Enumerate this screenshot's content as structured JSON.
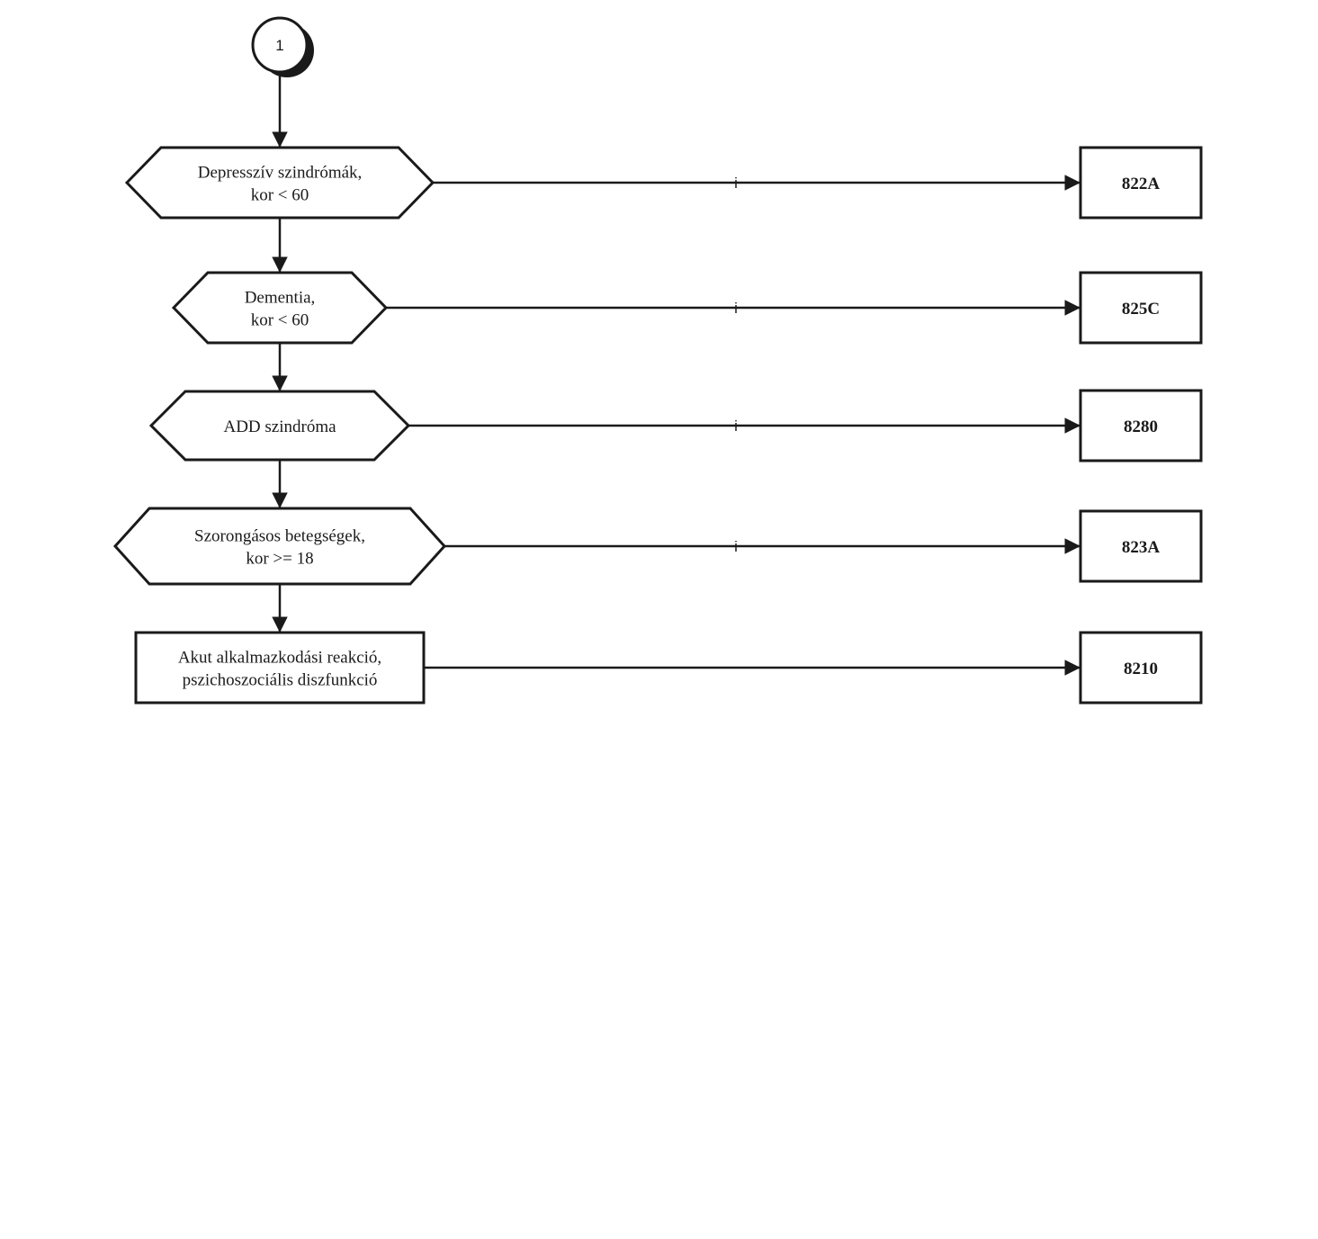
{
  "connector": {
    "label": "1"
  },
  "steps": [
    {
      "id": "depresszio",
      "shape": "hexagon",
      "lines": [
        "Depresszív szindrómák,",
        "kor < 60"
      ],
      "branch_label": "i",
      "target": "822A"
    },
    {
      "id": "dementia",
      "shape": "hexagon",
      "lines": [
        "Dementia,",
        "kor < 60"
      ],
      "branch_label": "i",
      "target": "825C"
    },
    {
      "id": "add",
      "shape": "hexagon",
      "lines": [
        "ADD szindróma"
      ],
      "branch_label": "i",
      "target": "8280"
    },
    {
      "id": "szorongasos",
      "shape": "hexagon",
      "lines": [
        "Szorongásos betegségek,",
        "kor >= 18"
      ],
      "branch_label": "i",
      "target": "823A"
    },
    {
      "id": "akut",
      "shape": "rectangle",
      "lines": [
        "Akut alkalmazkodási reakció,",
        "pszichoszociális diszfunkció"
      ],
      "branch_label": "",
      "target": "8210"
    }
  ]
}
